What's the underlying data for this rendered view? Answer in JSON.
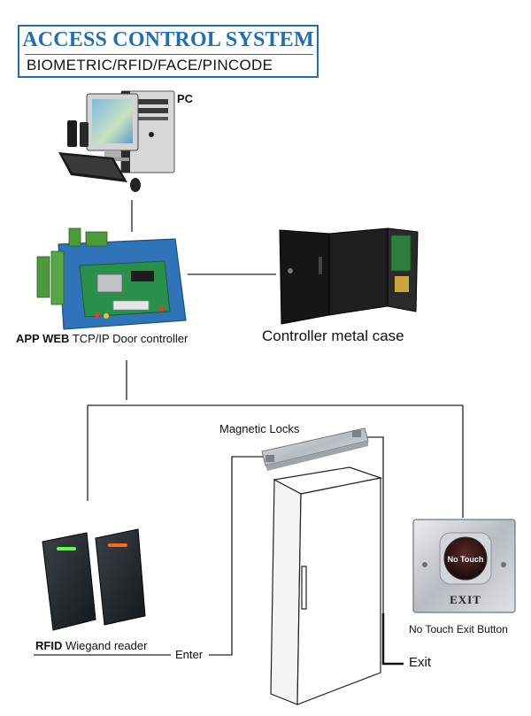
{
  "header": {
    "title": "ACCESS CONTROL SYSTEM",
    "subtitle": "BIOMETRIC/RFID/FACE/PINCODE"
  },
  "nodes": {
    "pc": {
      "label": "PC"
    },
    "controller": {
      "label_bold": "APP WEB",
      "label_rest": " TCP/IP Door controller"
    },
    "metal_case": {
      "label": "Controller metal case"
    },
    "magnetic_lock": {
      "label": "Magnetic Locks"
    },
    "rfid_reader": {
      "label_bold": "RFID",
      "label_rest": " Wiegand reader"
    },
    "exit_button": {
      "label": "No Touch Exit Button",
      "face_text": "No Touch",
      "plate_text": "EXIT"
    }
  },
  "wires": {
    "enter_label": "Enter",
    "exit_label": "Exit"
  },
  "colors": {
    "title_blue": "#1f6fb6",
    "line": "#222222",
    "led_green": "#5cff3a",
    "led_orange": "#ff6a1a"
  }
}
